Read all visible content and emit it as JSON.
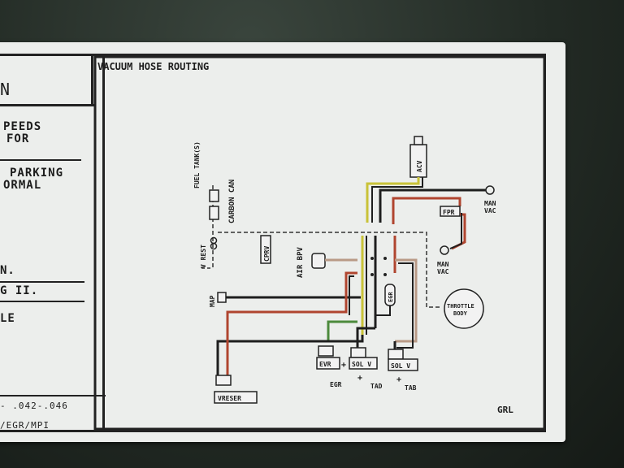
{
  "left_panel": {
    "line1": "N",
    "line2": "PEEDS",
    "line3": "FOR",
    "line4": "PARKING",
    "line5": "ORMAL",
    "line6": "N.",
    "line7": "G II.",
    "line8": "LE",
    "line9": "- .042-.046",
    "line10": "/EGR/MPI"
  },
  "diagram": {
    "title": "VACUUM HOSE ROUTING",
    "code": "GRL",
    "labels": {
      "fuel_tank": "FUEL TANK(S)",
      "carbon_can": "CARBON CAN",
      "v_rest": "V REST",
      "cprv": "CPRV",
      "air_bpv": "AIR BPV",
      "acv": "ACV",
      "fpr": "FPR",
      "man_vac_top_1": "MAN",
      "man_vac_top_2": "VAC",
      "man_vac_bottom_1": "MAN",
      "man_vac_bottom_2": "VAC",
      "map": "MAP",
      "egr_valve": "EGR",
      "throttle_body_1": "THROTTLE",
      "throttle_body_2": "BODY",
      "evr": "EVR",
      "sol_v_1": "SOL V",
      "sol_v_2": "SOL V",
      "egr_sub": "EGR",
      "tad": "TAD",
      "tab": "TAB",
      "vreser": "VRESER"
    },
    "colors": {
      "black_hose": "#1e1e1e",
      "red_hose": "#b0452f",
      "yellow_hose": "#c9c238",
      "green_hose": "#4c8a3c",
      "tan_hose": "#b99a86",
      "dashed": "#333333"
    }
  }
}
